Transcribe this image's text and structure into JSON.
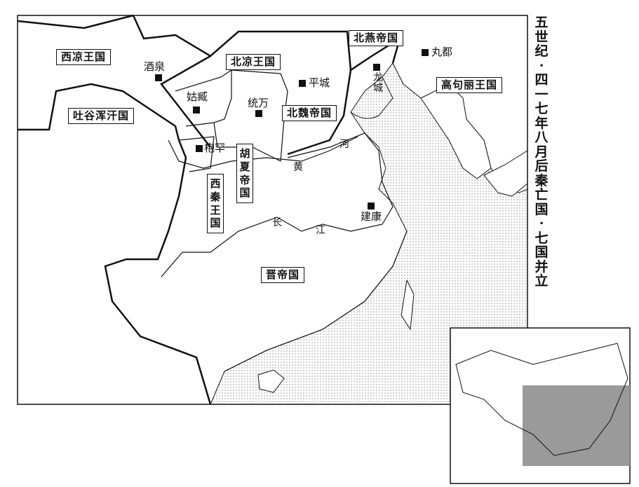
{
  "title": "五世纪·四一七年八月 后秦亡国·七国并立",
  "states": {
    "xiliang": "西凉王国",
    "beiliang": "北凉王国",
    "beiyan": "北燕帝国",
    "gaogouli": "高句丽王国",
    "tuyuhun": "吐谷浑汗国",
    "beiwei": "北魏帝国",
    "huxia": "胡夏帝国",
    "xiqin": "西秦王国",
    "jin": "晋帝国"
  },
  "cities": {
    "jiuquan": "酒泉",
    "guzang": "姑臧",
    "tongwan": "统万",
    "pingcheng": "平城",
    "longcheng": "龙城",
    "wandu": "丸都",
    "fuhan": "枹罕",
    "jiankang": "建康"
  },
  "rivers": {
    "huang": "黄",
    "he": "河",
    "chang": "长",
    "jiang": "江"
  },
  "colors": {
    "ink": "#111111",
    "sea_dot": "#888888",
    "inset_shade": "#9a9a9a"
  }
}
